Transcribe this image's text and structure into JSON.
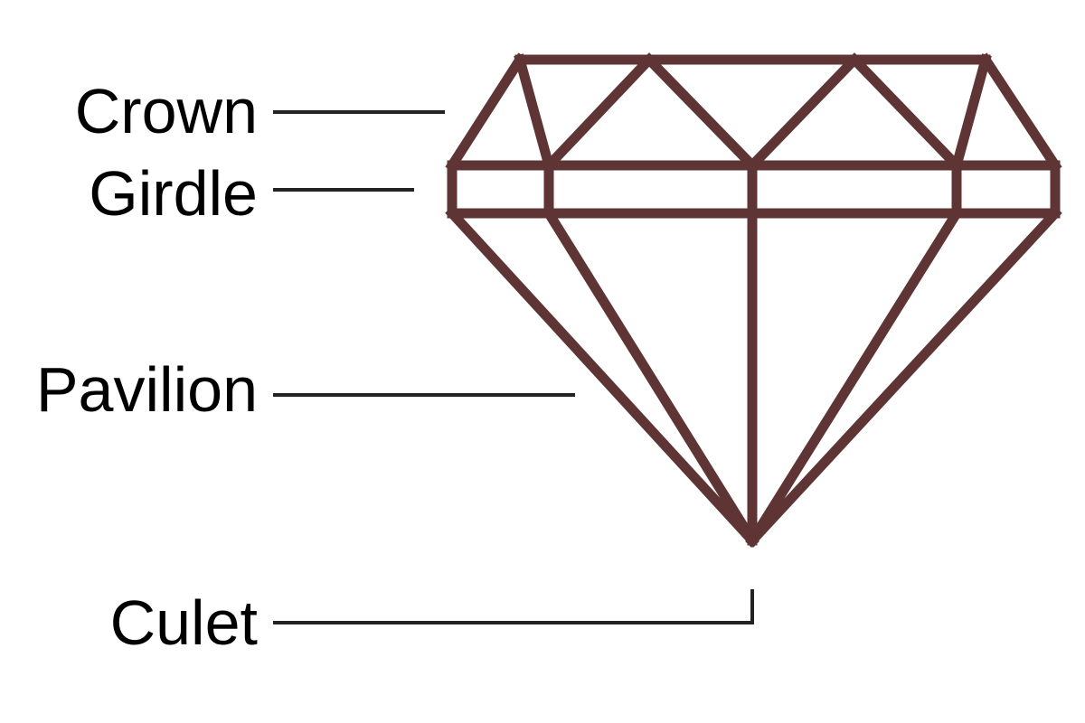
{
  "colors": {
    "gem_outline": "#5e3534",
    "leader_line": "#222222",
    "label_text": "#000000",
    "background": "#ffffff"
  },
  "labels": {
    "crown": "Crown",
    "girdle": "Girdle",
    "pavilion": "Pavilion",
    "culet": "Culet"
  }
}
